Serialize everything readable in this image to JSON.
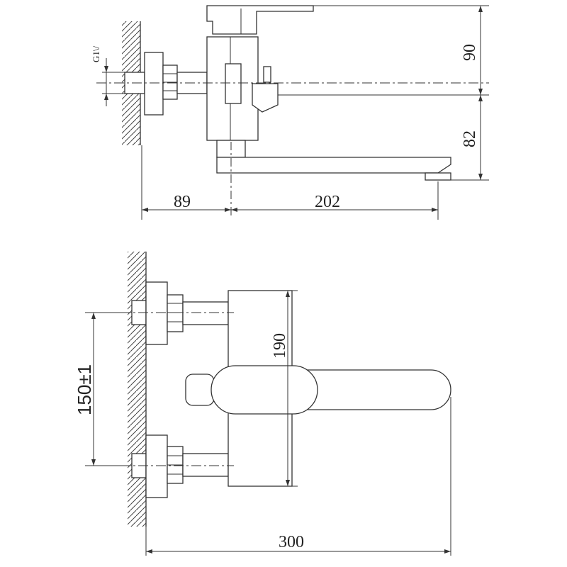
{
  "side_view": {
    "thread_label": "G1\\/",
    "dim_height_top": "90",
    "dim_height_bottom": "82",
    "dim_wall_offset": "89",
    "dim_spout_length": "202"
  },
  "top_view": {
    "dim_center_distance": "150±1",
    "dim_body_length": "190",
    "dim_total_reach": "300"
  }
}
